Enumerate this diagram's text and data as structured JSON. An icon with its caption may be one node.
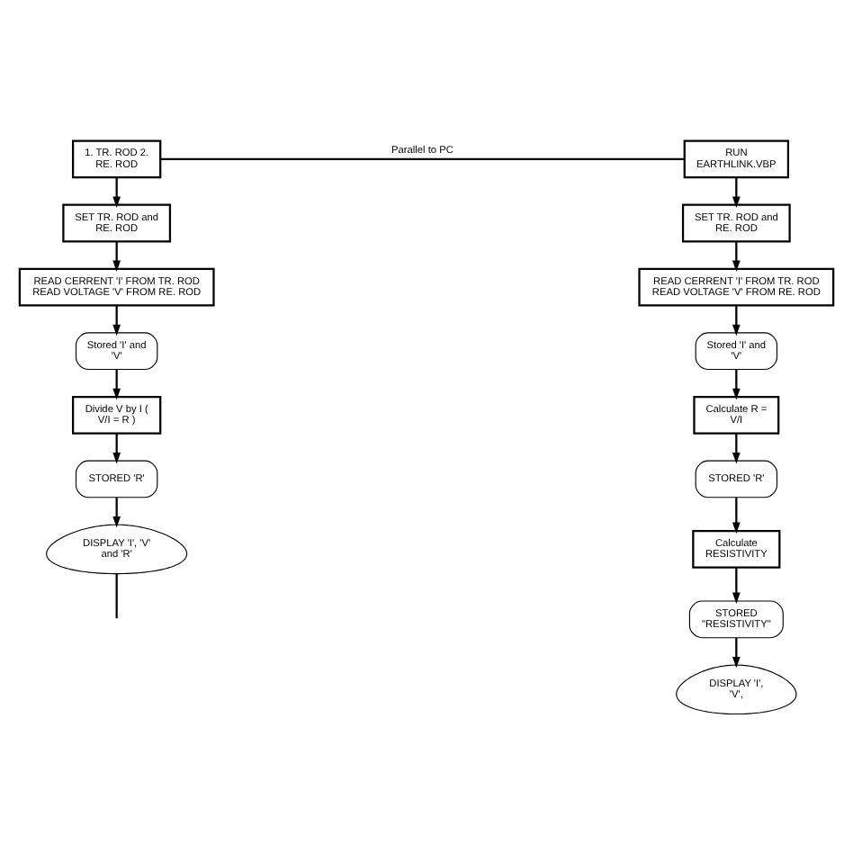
{
  "diagram": {
    "nodes": [
      {
        "text": [
          "1. TR. ROD 2. RE. ROD"
        ]
      },
      {
        "text": [
          "RUN EARTHLINK.VBP"
        ]
      },
      {
        "text": [
          "SET TR. ROD and RE. ROD"
        ]
      },
      {
        "text": [
          "SET TR. ROD and RE. ROD"
        ]
      },
      {
        "text": [
          "READ CERRENT 'I' FROM TR. ROD READ VOLTAGE 'V' FROM RE. ROD"
        ]
      },
      {
        "text": [
          "READ CERRENT 'I' FROM TR. ROD READ VOLTAGE 'V' FROM RE. ROD"
        ]
      },
      {
        "text": [
          "Stored 'I' and 'V'"
        ]
      },
      {
        "text": [
          "Stored 'I' and 'V'"
        ]
      },
      {
        "text": [
          "Divide V by I ( V/I = R )"
        ]
      },
      {
        "text": [
          "Calculate R = V/I"
        ]
      },
      {
        "text": [
          "STORED 'R'"
        ]
      },
      {
        "text": [
          "STORED 'R'"
        ]
      },
      {
        "text": [
          "DISPLAY 'I', 'V' and 'R'"
        ]
      },
      {
        "text": [
          "Calculate RESISTIVITY"
        ]
      },
      {
        "text": [
          "STORED \"RESISTIVITY\""
        ]
      },
      {
        "text": [
          "DISPLAY 'I', 'V',"
        ]
      }
    ],
    "edges": [
      {
        "from": 0,
        "to": 1,
        "arrow": "none",
        "label": "Parallel to PC"
      },
      {
        "from": 0,
        "to": 2,
        "arrow": "to"
      },
      {
        "from": 2,
        "to": 4,
        "arrow": "to"
      },
      {
        "from": 4,
        "to": 6,
        "arrow": "to"
      },
      {
        "from": 6,
        "to": 8,
        "arrow": "to"
      },
      {
        "from": 8,
        "to": 10,
        "arrow": "to"
      },
      {
        "from": 10,
        "to": 12,
        "arrow": "to"
      },
      {
        "from": 12,
        "to": null,
        "arrow": "none"
      },
      {
        "from": 1,
        "to": 3,
        "arrow": "to"
      },
      {
        "from": 3,
        "to": 5,
        "arrow": "to"
      },
      {
        "from": 5,
        "to": 7,
        "arrow": "to"
      },
      {
        "from": 7,
        "to": 9,
        "arrow": "to"
      },
      {
        "from": 9,
        "to": 11,
        "arrow": "to"
      },
      {
        "from": 11,
        "to": 13,
        "arrow": "to"
      },
      {
        "from": 13,
        "to": 14,
        "arrow": "to"
      },
      {
        "from": 14,
        "to": 15,
        "arrow": "to"
      }
    ]
  }
}
